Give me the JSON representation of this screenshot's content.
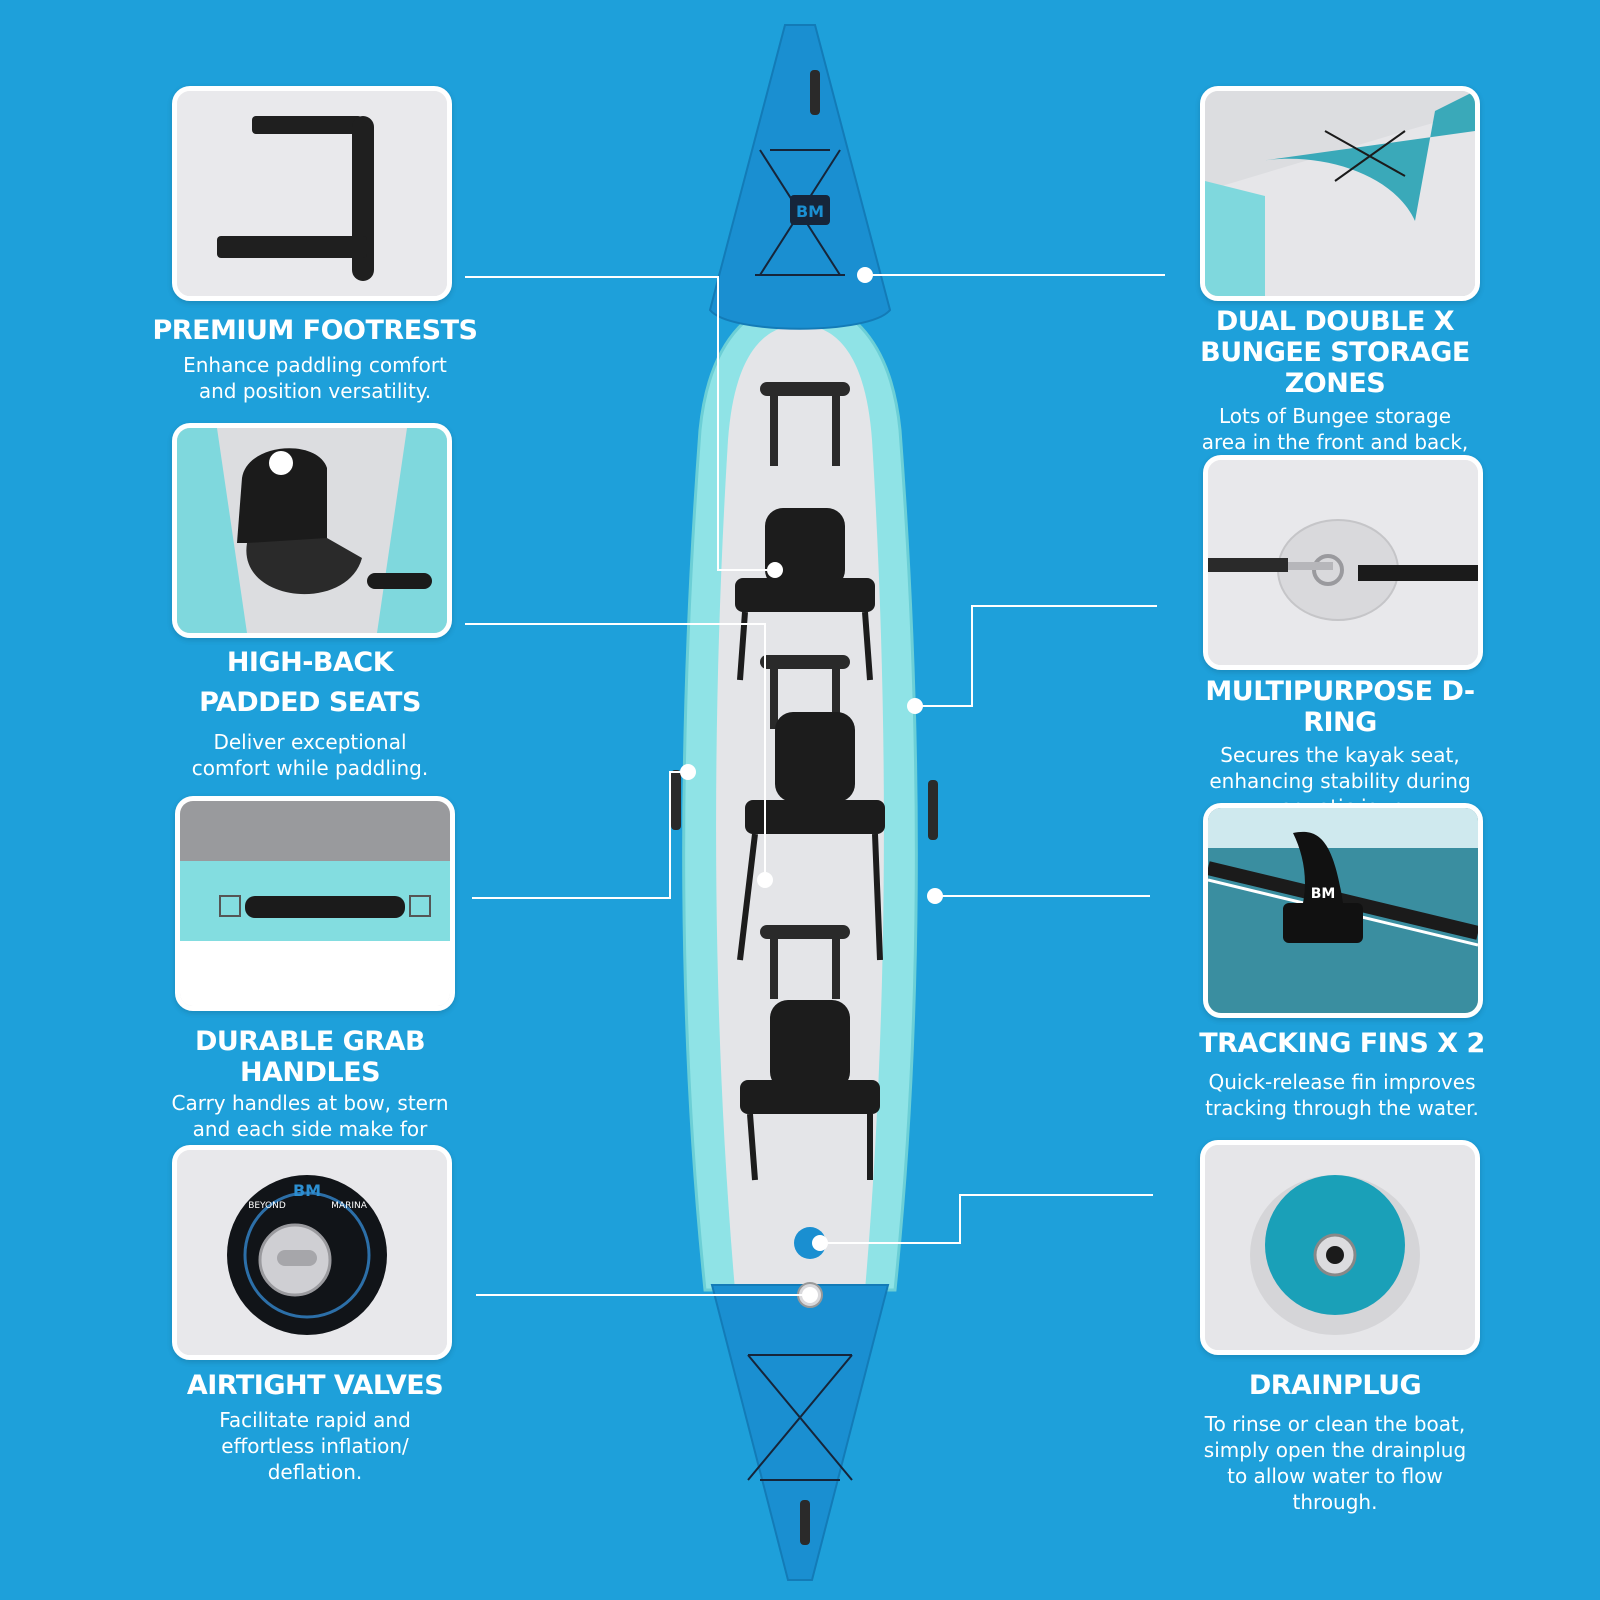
{
  "colors": {
    "background": "#1ea0da",
    "hull_blue": "#1a8fd1",
    "tube_aqua": "#8fe3e6",
    "floor_grey": "#e4e5e8",
    "seat_black": "#1c1c1c"
  },
  "kayak": {
    "logo_text": "BM"
  },
  "features_left": [
    {
      "title": "PREMIUM FOOTRESTS",
      "description": "Enhance paddling comfort and position versatility.",
      "icon": "footrest-photo"
    },
    {
      "title": "HIGH-BACK PADDED SEATS",
      "description": "Deliver exceptional comfort while paddling.",
      "icon": "seat-photo"
    },
    {
      "title": "DURABLE GRAB HANDLES",
      "description": "Carry handles at bow, stern and each side make for easy transport.",
      "icon": "grab-handle-photo"
    },
    {
      "title": "AIRTIGHT VALVES",
      "description": "Facilitate rapid and effortless inflation/ deflation.",
      "icon": "valve-photo",
      "valve_label_outer": "BEYOND",
      "valve_label_brand": "BM",
      "valve_label_marina": "MARINA"
    }
  ],
  "features_right": [
    {
      "title": "DUAL DOUBLE X BUNGEE STORAGE ZONES",
      "description": "Lots of Bungee storage area in the front and back, Store dry bags and gear",
      "icon": "bungee-photo"
    },
    {
      "title": "MULTIPURPOSE D-RING",
      "description": "Secures the kayak seat, enhancing stability during aquatic jour",
      "icon": "d-ring-photo"
    },
    {
      "title": "TRACKING FINS X 2",
      "description": "Quick-release fin improves tracking through the water.",
      "icon": "fin-photo",
      "fin_logo": "BM"
    },
    {
      "title": "DRAINPLUG",
      "description": "To rinse or clean the boat, simply open the drainplug to allow water to flow through.",
      "icon": "drainplug-photo"
    }
  ]
}
